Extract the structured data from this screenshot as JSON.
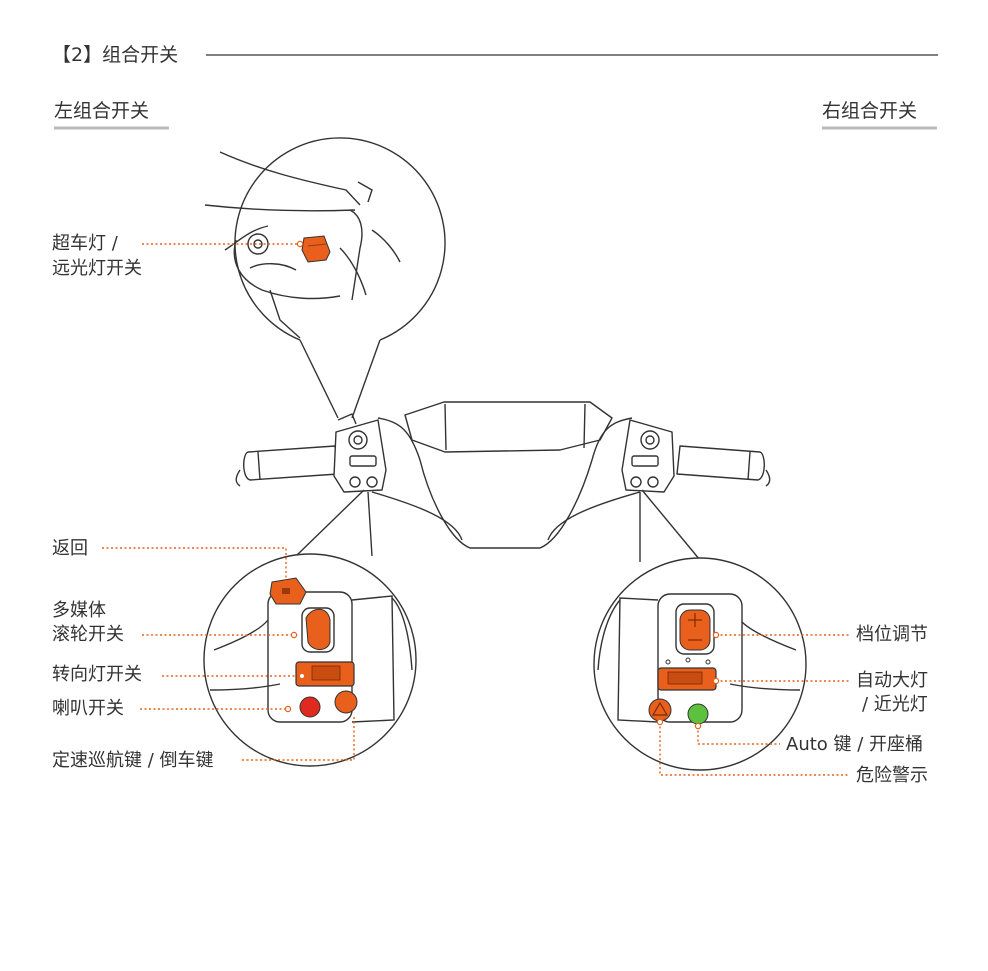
{
  "section": {
    "title": "【2】组合开关"
  },
  "left_heading": "左组合开关",
  "right_heading": "右组合开关",
  "labels": {
    "passing_light": "超车灯 /",
    "high_beam": "远光灯开关",
    "back": "返回",
    "multimedia": "多媒体",
    "scroll_switch": "滚轮开关",
    "turn_signal": "转向灯开关",
    "horn": "喇叭开关",
    "cruise_reverse": "定速巡航键 / 倒车键",
    "gear_adjust": "档位调节",
    "auto_headlight": "自动大灯",
    "low_beam": "/ 近光灯",
    "auto_seat": "Auto 键 / 开座桶",
    "hazard": "危险警示"
  },
  "colors": {
    "accent": "#e8601c",
    "line": "#333333",
    "underline": "#bbbbbb",
    "leader": "#e8601c",
    "horn_red": "#e02a20",
    "green": "#5cc23e"
  }
}
